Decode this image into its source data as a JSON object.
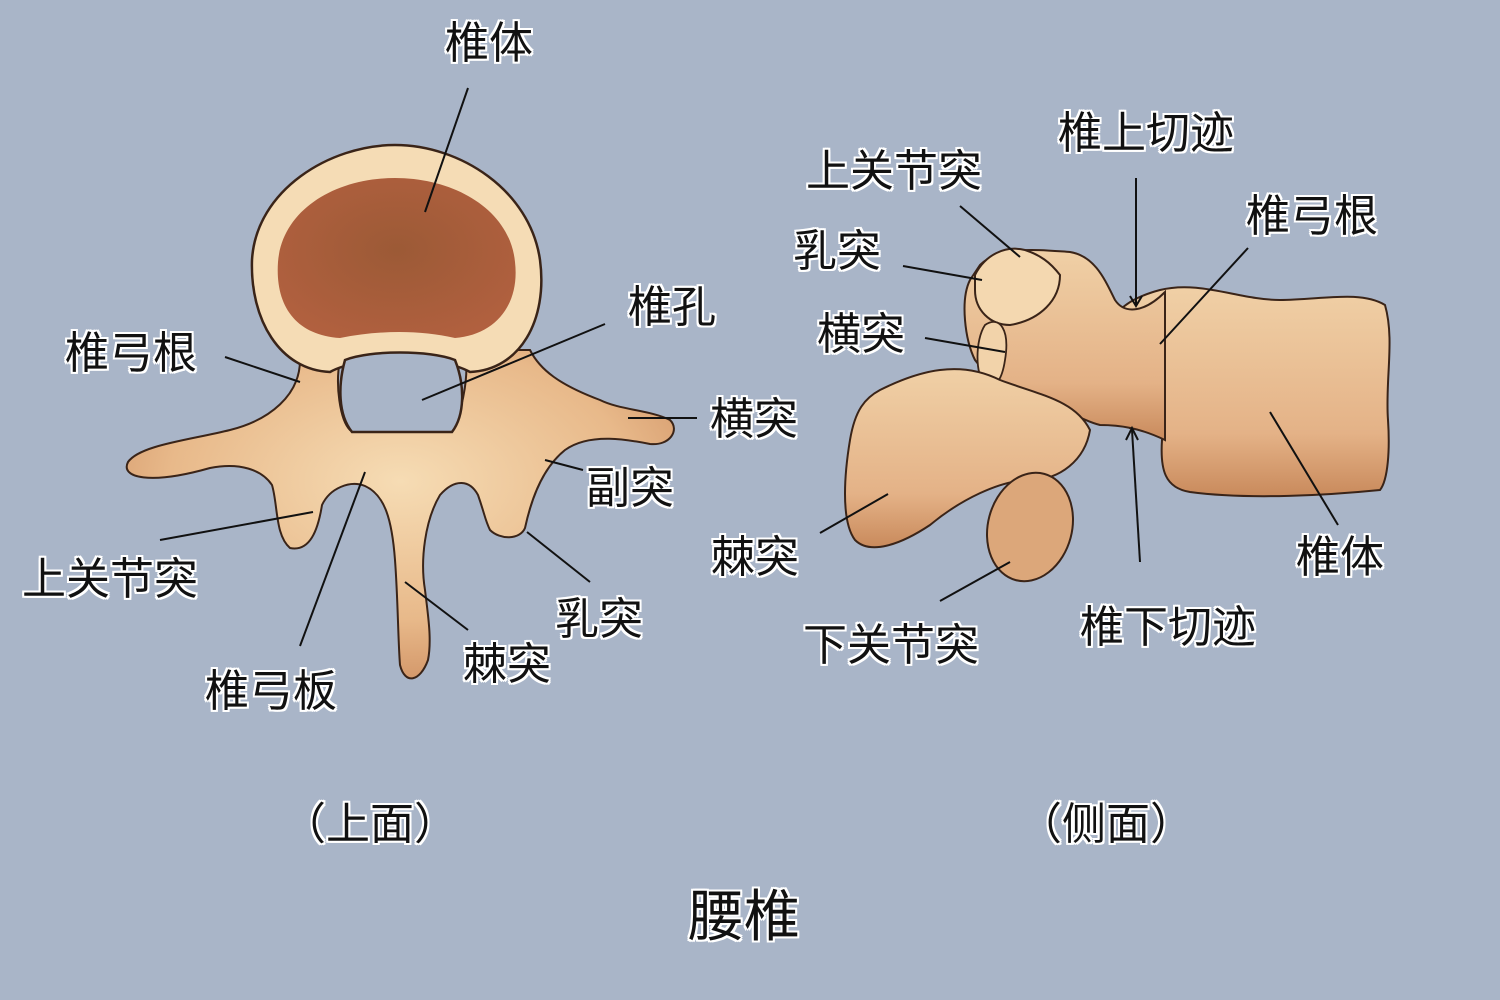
{
  "title": "腰椎",
  "colors": {
    "background": "#a9b5c8",
    "bone_light": "#f3d6ad",
    "bone_mid": "#e2b184",
    "bone_dark": "#b8754a",
    "body_interior": "#a9573a",
    "outline": "#3a2418",
    "label_text": "#111111",
    "label_halo": "#ffffff"
  },
  "views": {
    "superior": {
      "caption": "（上面）",
      "labels": {
        "vertebral_body": "椎体",
        "vertebral_foramen": "椎孔",
        "pedicle": "椎弓根",
        "transverse_process": "横突",
        "accessory_process": "副突",
        "superior_articular_process": "上关节突",
        "mammillary_process": "乳突",
        "spinous_process": "棘突",
        "lamina": "椎弓板"
      }
    },
    "lateral": {
      "caption": "（侧面）",
      "labels": {
        "superior_vertebral_notch": "椎上切迹",
        "superior_articular_process": "上关节突",
        "pedicle": "椎弓根",
        "mammillary_process": "乳突",
        "transverse_process": "横突",
        "spinous_process": "棘突",
        "vertebral_body": "椎体",
        "inferior_articular_process": "下关节突",
        "inferior_vertebral_notch": "椎下切迹"
      }
    }
  }
}
